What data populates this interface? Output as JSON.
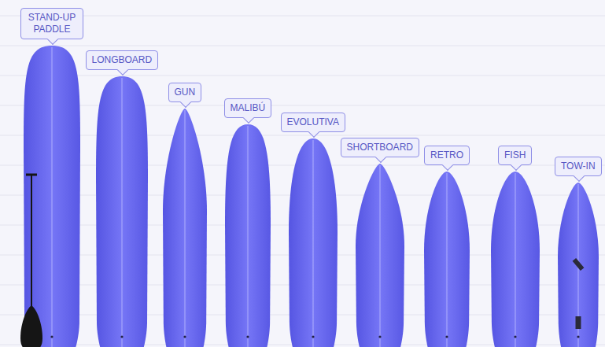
{
  "diagram": {
    "nodes": [
      {
        "text": [
          "STAND-UP PADDLE"
        ]
      },
      {
        "text": [
          "LONGBOARD"
        ]
      },
      {
        "text": [
          "GUN"
        ]
      },
      {
        "text": [
          "MALIBÚ"
        ]
      },
      {
        "text": [
          "EVOLUTIVA"
        ]
      },
      {
        "text": [
          "SHORTBOARD"
        ]
      },
      {
        "text": [
          "RETRO"
        ]
      },
      {
        "text": [
          "FISH"
        ]
      },
      {
        "text": [
          "TOW-IN"
        ]
      }
    ]
  }
}
